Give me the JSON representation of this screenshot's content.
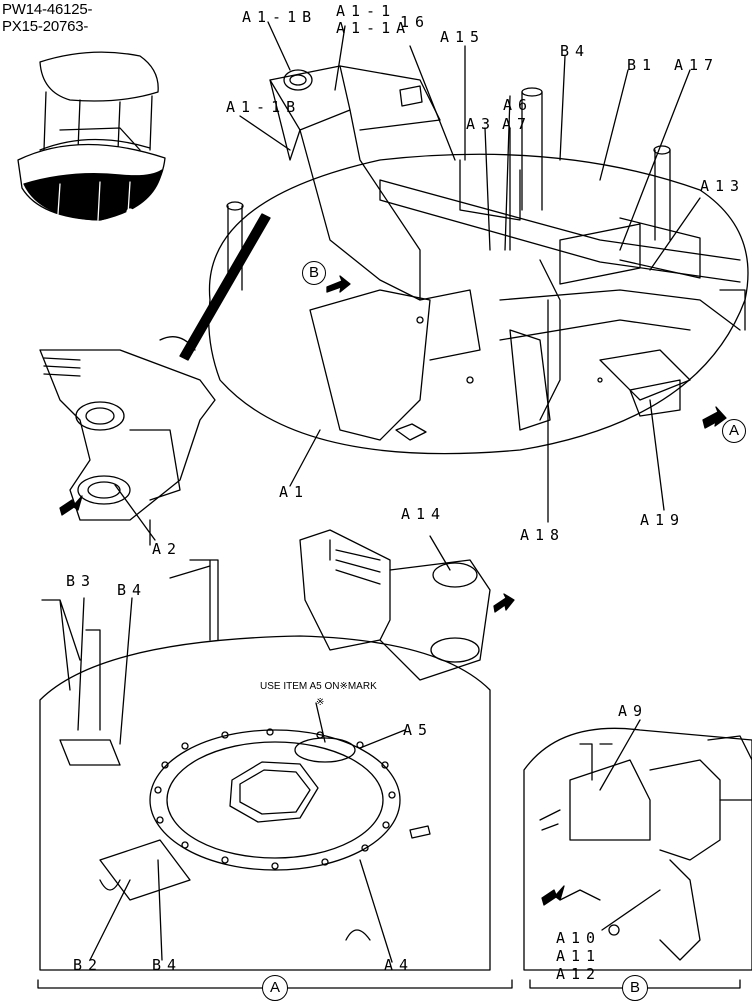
{
  "serials": [
    "PW14-46125-",
    "PX15-20763-"
  ],
  "labels": {
    "a1_1b_top": "A1-1B",
    "a1_1": "A1-1",
    "a1_1a": "A1-1A",
    "a16": "16",
    "a15": "A15",
    "b4_top": "B4",
    "b1": "B1",
    "a17": "A17",
    "a6": "A6",
    "a3": "A3",
    "a7": "A7",
    "a1_1b_left": "A1-1B",
    "a13": "A13",
    "a1": "A1",
    "a2": "A2",
    "a18": "A18",
    "a19": "A19",
    "a14": "A14",
    "b3": "B3",
    "b4_mid": "B4",
    "a9": "A9",
    "a5": "A5",
    "b2": "B2",
    "b4_bot": "B4",
    "a4": "A4",
    "a10": "A10",
    "a11": "A11",
    "a12": "A12"
  },
  "note": "USE ITEM A5 ON※MARK",
  "note_mark": "※",
  "callouts": {
    "b_arrow": "B",
    "a_arrow": "A"
  },
  "views": {
    "view_a": "A",
    "view_b": "B"
  }
}
